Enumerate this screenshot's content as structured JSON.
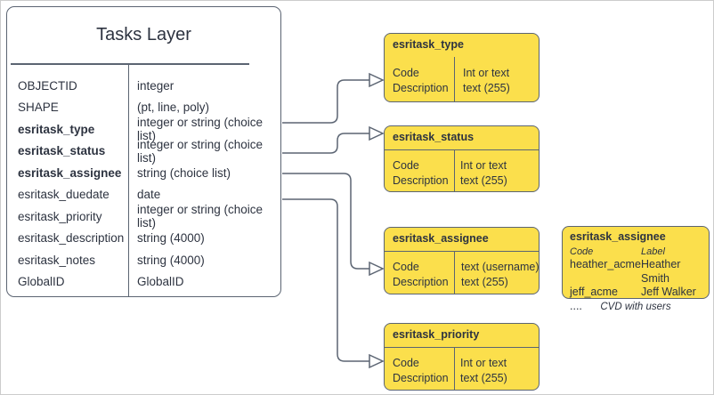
{
  "diagram": {
    "title": "Tasks Layer",
    "caption": "CVD with users"
  },
  "entity": {
    "title": "Tasks Layer",
    "fields": [
      {
        "name": "OBJECTID",
        "type": "integer",
        "bold": false
      },
      {
        "name": "SHAPE",
        "type": "(pt, line, poly)",
        "bold": false
      },
      {
        "name": "esritask_type",
        "type": "integer or string (choice list)",
        "bold": true
      },
      {
        "name": "esritask_status",
        "type": "integer or string (choice list)",
        "bold": true
      },
      {
        "name": "esritask_assignee",
        "type": "string (choice list)",
        "bold": true
      },
      {
        "name": "esritask_duedate",
        "type": "date",
        "bold": false
      },
      {
        "name": "esritask_priority",
        "type": "integer or string (choice list)",
        "bold": false
      },
      {
        "name": "esritask_description",
        "type": "string (4000)",
        "bold": false
      },
      {
        "name": "esritask_notes",
        "type": "string (4000)",
        "bold": false
      },
      {
        "name": "GlobalID",
        "type": "GlobalID",
        "bold": false
      }
    ]
  },
  "domains": [
    {
      "id": "type",
      "title": "esritask_type",
      "code_label": "Code",
      "description_label": "Description",
      "code_type": "Int or text",
      "description_type": "text (255)"
    },
    {
      "id": "status",
      "title": "esritask_status",
      "code_label": "Code",
      "description_label": "Description",
      "code_type": "Int or text",
      "description_type": "text (255)"
    },
    {
      "id": "assignee",
      "title": "esritask_assignee",
      "code_label": "Code",
      "description_label": "Description",
      "code_type": "text  (username)",
      "description_type": "text (255)"
    },
    {
      "id": "priority",
      "title": "esritask_priority",
      "code_label": "Code",
      "description_label": "Description",
      "code_type": "Int or text",
      "description_type": "text (255)"
    }
  ],
  "cvd": {
    "title": "esritask_assignee",
    "header_code": "Code",
    "header_label": "Label",
    "rows": [
      {
        "code": "heather_acme",
        "label": "Heather Smith"
      },
      {
        "code": "jeff_acme",
        "label": "Jeff Walker"
      },
      {
        "code": "....",
        "label": ""
      }
    ],
    "caption": "CVD with users"
  },
  "colors": {
    "domain_fill": "#fbdf4c",
    "stroke": "#5b6472",
    "text": "#2d3340",
    "page_bg": "#ffffff"
  }
}
